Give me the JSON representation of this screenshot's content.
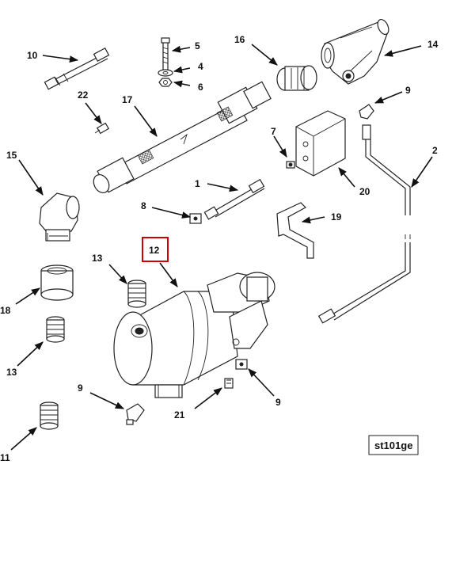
{
  "callouts": {
    "c1": "1",
    "c2": "2",
    "c4": "4",
    "c5": "5",
    "c6": "6",
    "c7": "7",
    "c8": "8",
    "c9a": "9",
    "c9b": "9",
    "c9c": "9",
    "c10": "10",
    "c11": "11",
    "c12": "12",
    "c13a": "13",
    "c13b": "13",
    "c14": "14",
    "c15": "15",
    "c16": "16",
    "c17": "17",
    "c18": "18",
    "c19": "19",
    "c20": "20",
    "c21": "21",
    "c22": "22"
  },
  "highlighted_callout": "12",
  "highlight_color": "#d00000",
  "drawing_code": "st101ge"
}
